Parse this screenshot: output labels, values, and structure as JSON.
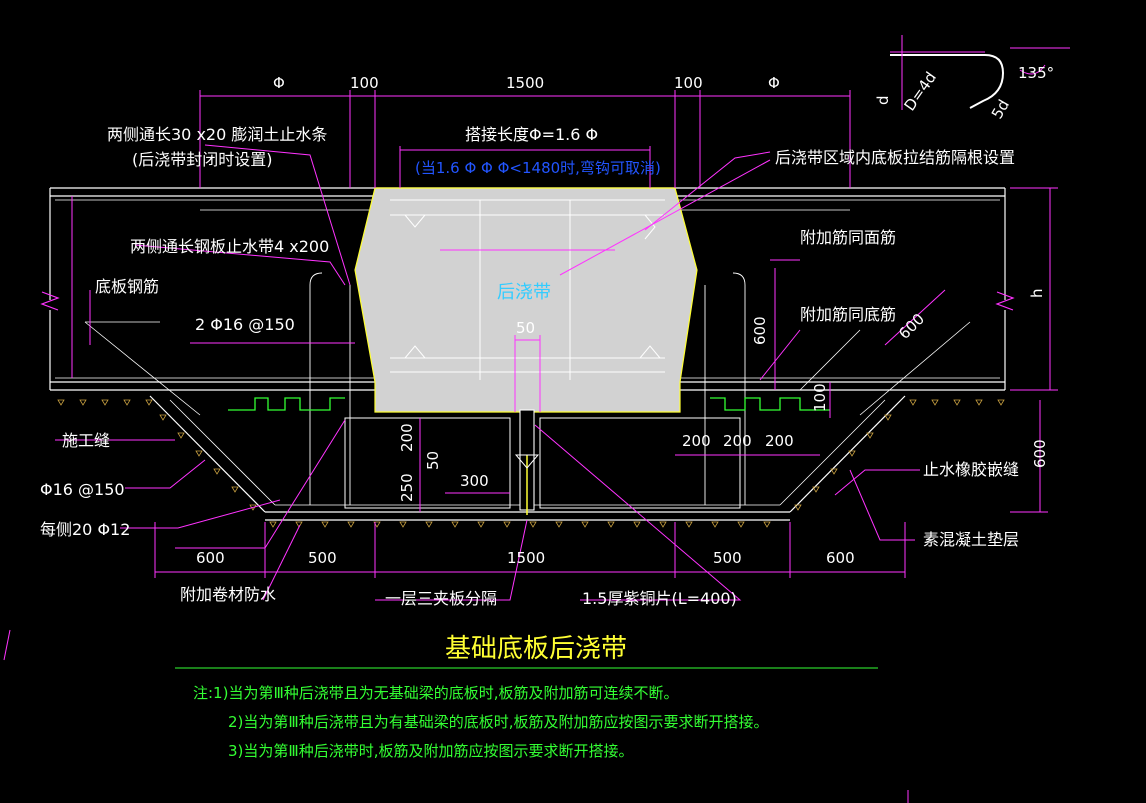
{
  "colors": {
    "background": "#000000",
    "leader": "#ff33ff",
    "dimension": "#ff33ff",
    "concrete_outline": "#ffffff",
    "post_pour_fill": "#d2d2d2",
    "title": "#ffff33",
    "notes": "#33ff33",
    "post_pour_label": "#33ccff",
    "hatch": "#c8a040"
  },
  "top_dims": {
    "phi_left": "Φ",
    "d100_left": "100",
    "d1500": "1500",
    "d100_right": "100",
    "phi_right": "Φ"
  },
  "hook_detail": {
    "d": "d",
    "bend": "D=4d",
    "len": "5d",
    "angle": "135°"
  },
  "labels": {
    "waterstop_strip": "两侧通长30 x20 膨润土止水条",
    "waterstop_strip_note": "(后浇带封闭时设置)",
    "lap_length": "搭接长度Φ=1.6 Φ",
    "lap_length_note": "(当1.6 Φ Φ Φ<1480时,弯钩可取消)",
    "tie_bar_note": "后浇带区域内底板拉结筋隔根设置",
    "steel_waterstop": "两侧通长钢板止水带4 x200",
    "top_add_bar": "附加筋同面筋",
    "slab_rebar": "底板钢筋",
    "post_pour_strip": "后浇带",
    "rebar_2phi16": "2 Φ16 @150",
    "bottom_add_bar": "附加筋同底筋",
    "construction_joint": "施工缝",
    "phi16_150": "Φ16 @150",
    "each_side": "每侧20 Φ12",
    "rubber_waterstop": "止水橡胶嵌缝",
    "plain_concrete": "素混凝土垫层",
    "membrane": "附加卷材防水",
    "plywood": "一层三夹板分隔",
    "steel_sheet": "1.5厚紫铜片(L=400)"
  },
  "dims": {
    "d50_top": "50",
    "d600_inner": "600",
    "d600_slope": "600",
    "d100_side": "100",
    "d200_left": "200",
    "d50_left": "50",
    "d250": "250",
    "d300": "300",
    "d200_a": "200",
    "d200_b": "200",
    "d200_c": "200",
    "h": "h",
    "d600_right": "600"
  },
  "bottom_dims": {
    "b600_left": "600",
    "b500_left": "500",
    "b1500": "1500",
    "b500_right": "500",
    "b600_right": "600"
  },
  "title": "基础底板后浇带",
  "notes": {
    "n1": "注:1)当为第Ⅲ种后浇带且为无基础梁的底板时,板筋及附加筋可连续不断。",
    "n2": "2)当为第Ⅲ种后浇带且为有基础梁的底板时,板筋及附加筋应按图示要求断开搭接。",
    "n3": "3)当为第Ⅲ种后浇带时,板筋及附加筋应按图示要求断开搭接。"
  }
}
